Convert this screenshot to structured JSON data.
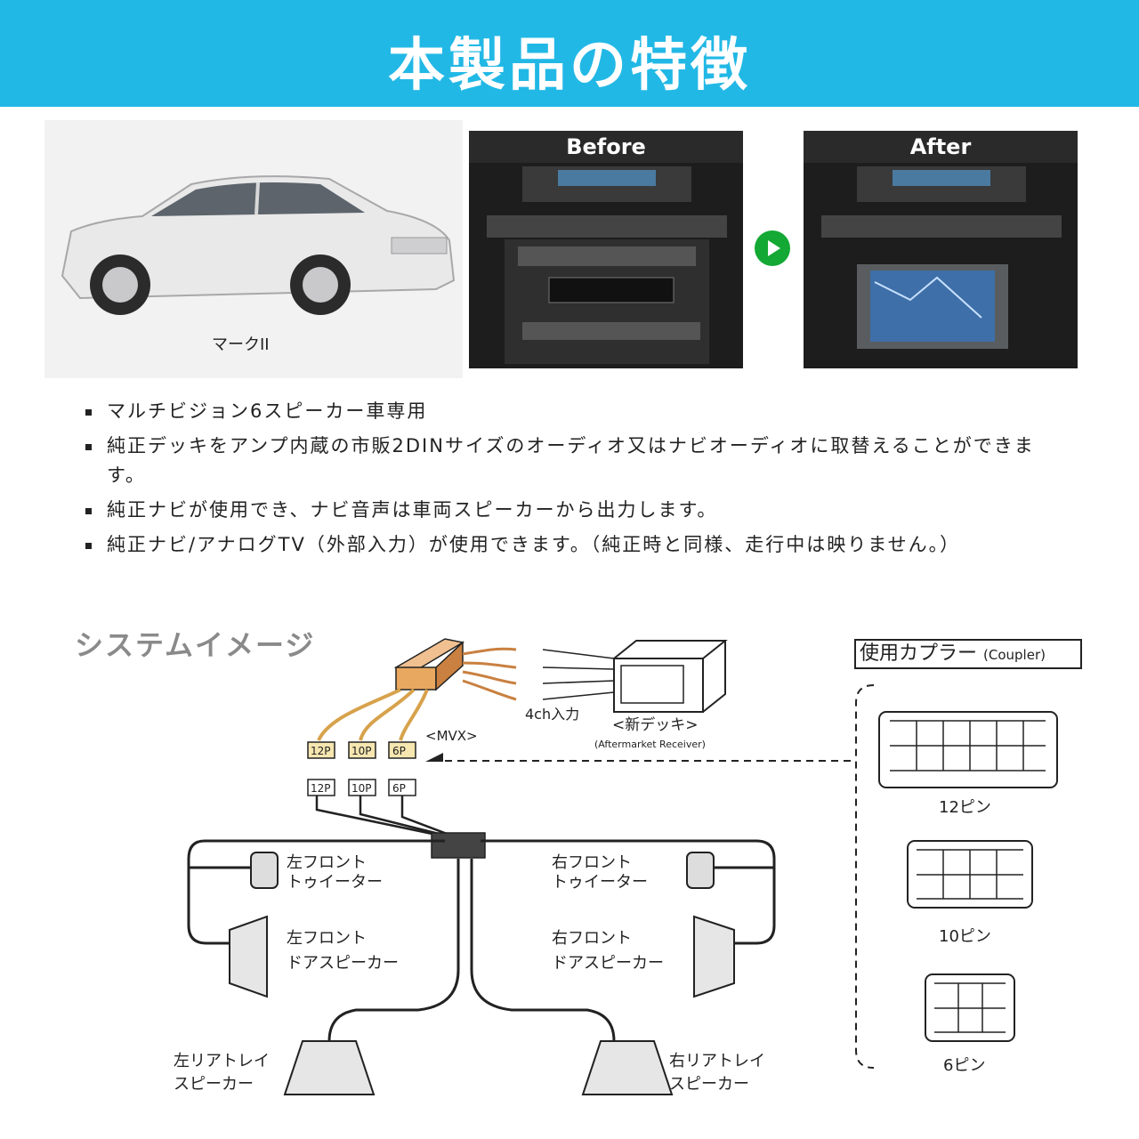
{
  "header": {
    "title": "本製品の特徴"
  },
  "vehicle": {
    "caption": "マークII"
  },
  "before_after": {
    "before_label": "Before",
    "after_label": "After"
  },
  "features": [
    "マルチビジョン6スピーカー車専用",
    "純正デッキをアンプ内蔵の市販2DINサイズのオーディオ又はナビオーディオに取替えることができます。",
    "純正ナビが使用でき、ナビ音声は車両スピーカーから出力します。",
    "純正ナビ/アナログTV（外部入力）が使用できます。（純正時と同様、走行中は映りません。）"
  ],
  "diagram": {
    "title": "システムイメージ",
    "module_label": "<MVX>",
    "input_label": "4ch入力",
    "deck_label": "<新デッキ>",
    "deck_sub": "(Aftermarket Receiver)",
    "connectors": [
      "12P",
      "10P",
      "6P"
    ],
    "speakers": {
      "left_tweeter": [
        "左フロント",
        "トゥイーター"
      ],
      "right_tweeter": [
        "右フロント",
        "トゥイーター"
      ],
      "left_door": [
        "左フロント",
        "ドアスピーカー"
      ],
      "right_door": [
        "右フロント",
        "ドアスピーカー"
      ],
      "left_rear": [
        "左リアトレイ",
        "スピーカー"
      ],
      "right_rear": [
        "右リアトレイ",
        "スピーカー"
      ]
    },
    "coupler": {
      "title": "使用カプラー",
      "sub": "(Coupler)",
      "pins": [
        "12ピン",
        "10ピン",
        "6ピン"
      ]
    }
  }
}
